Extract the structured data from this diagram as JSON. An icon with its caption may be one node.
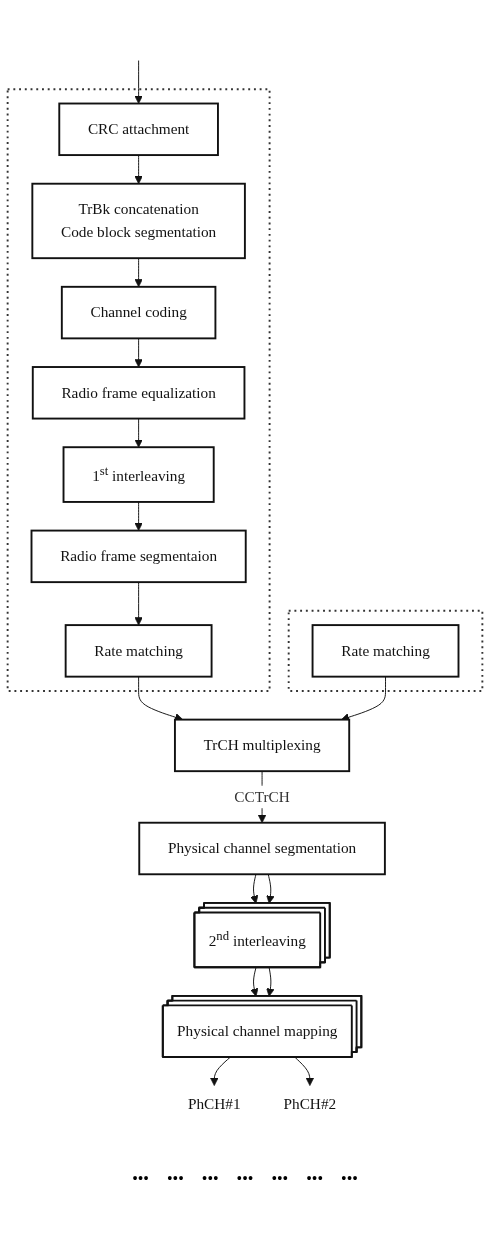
{
  "diagram": {
    "nodes": [
      {
        "text": [],
        "shape": "box"
      },
      {
        "text": [
          "CRC attachment"
        ],
        "in": 0
      },
      {
        "text": [
          "TrBk concatenation",
          "Code block segmentation"
        ],
        "in": 0
      },
      {
        "text": [
          "Channel coding"
        ],
        "in": 0
      },
      {
        "text": [
          "Radio frame equalization"
        ],
        "in": 0
      },
      {
        "text": [
          "1$^{st}$ interleaving"
        ],
        "in": 0
      },
      {
        "text": [
          "Radio frame segmentaion"
        ],
        "in": 0
      },
      {
        "text": [
          "Rate matching"
        ],
        "in": 0
      },
      {
        "text": [],
        "shape": "box"
      },
      {
        "text": [
          "Rate matching"
        ],
        "in": 8
      },
      {
        "text": [
          "TrCH multiplexing"
        ]
      },
      {
        "text": [
          "Physical channel segmentation"
        ]
      },
      {
        "text": [
          "2$^{nd}$ interleaving"
        ]
      },
      {
        "text": [
          "Physical channel mapping"
        ]
      },
      {
        "text": [
          "PhCH#1"
        ]
      },
      {
        "text": [
          "PhCH#2"
        ]
      }
    ],
    "edges": [
      {
        "from": null,
        "to": 1,
        "arrow": "to"
      },
      {
        "from": 1,
        "to": 2,
        "arrow": "to"
      },
      {
        "from": 2,
        "to": 3,
        "arrow": "to"
      },
      {
        "from": 3,
        "to": 4,
        "arrow": "to"
      },
      {
        "from": 4,
        "to": 5,
        "arrow": "to"
      },
      {
        "from": 5,
        "to": 6,
        "arrow": "to"
      },
      {
        "from": 6,
        "to": 7,
        "arrow": "to"
      },
      {
        "from": 7,
        "to": 10,
        "arrow": "to"
      },
      {
        "from": 9,
        "to": 10,
        "arrow": "to"
      },
      {
        "from": 10,
        "to": 11,
        "arrow": "to",
        "label": "CCTrCH"
      },
      {
        "from": 11,
        "to": 12,
        "arrow": "to"
      },
      {
        "from": 11,
        "to": 12,
        "arrow": "to"
      },
      {
        "from": 12,
        "to": 13,
        "arrow": "to"
      },
      {
        "from": 12,
        "to": 13,
        "arrow": "to"
      },
      {
        "from": 13,
        "to": 14,
        "arrow": "to"
      },
      {
        "from": 13,
        "to": 15,
        "arrow": "to"
      }
    ],
    "labels": [
      "•••",
      "•••",
      "•••",
      "•••",
      "•••",
      "•••",
      "•••"
    ]
  }
}
